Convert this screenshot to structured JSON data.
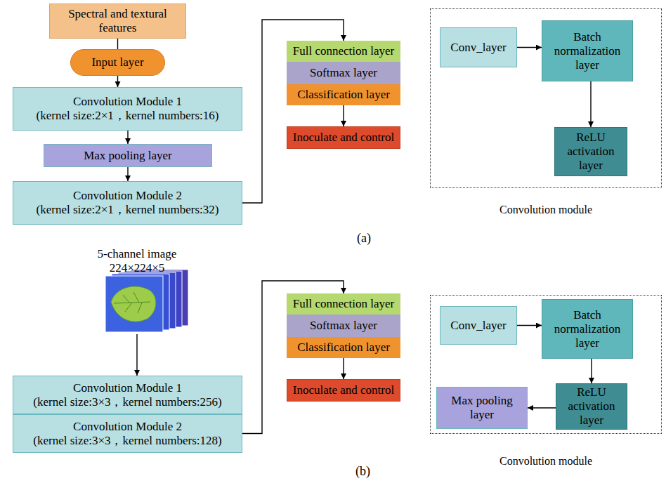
{
  "diagram": {
    "nodes": [
      {
        "text": [
          "Spectral and textural features"
        ]
      },
      {
        "text": [
          "Input layer"
        ]
      },
      {
        "text": [
          "Convolution Module 1",
          "(kernel size:2×1，kernel numbers:16)"
        ]
      },
      {
        "text": [
          "Max pooling layer"
        ]
      },
      {
        "text": [
          "Convolution Module 2",
          "(kernel size:2×1，kernel numbers:32)"
        ]
      },
      {
        "text": [
          "Full connection layer"
        ]
      },
      {
        "text": [
          "Softmax layer"
        ]
      },
      {
        "text": [
          "Classification layer"
        ]
      },
      {
        "text": [
          "Inoculate and control"
        ]
      },
      {
        "text": [
          "Convolution module"
        ]
      },
      {
        "text": [
          "Conv_layer"
        ],
        "in": 9
      },
      {
        "text": [
          "Batch normalization layer"
        ],
        "in": 9
      },
      {
        "text": [
          "ReLU activation layer"
        ],
        "in": 9
      },
      {
        "text": [
          "5-channel image",
          "224×224×5"
        ]
      },
      {
        "text": [
          "Convolution Module 1",
          "(kernel size:3×3，kernel numbers:256)"
        ]
      },
      {
        "text": [
          "Convolution Module 2",
          "(kernel size:3×3，kernel numbers:128)"
        ]
      },
      {
        "text": [
          "Full connection layer"
        ]
      },
      {
        "text": [
          "Softmax layer"
        ]
      },
      {
        "text": [
          "Classification layer"
        ]
      },
      {
        "text": [
          "Inoculate and control"
        ]
      },
      {
        "text": [
          "Convolution module"
        ]
      },
      {
        "text": [
          "Conv_layer"
        ],
        "in": 20
      },
      {
        "text": [
          "Batch normalization layer"
        ],
        "in": 20
      },
      {
        "text": [
          "ReLU activation layer"
        ],
        "in": 20
      },
      {
        "text": [
          "Max pooling layer"
        ],
        "in": 20
      }
    ],
    "edges": [
      {
        "from": 0,
        "to": 1,
        "arrow": "none"
      },
      {
        "from": 1,
        "to": 2,
        "arrow": "to"
      },
      {
        "from": 2,
        "to": 3,
        "arrow": "to"
      },
      {
        "from": 3,
        "to": 4,
        "arrow": "to"
      },
      {
        "from": 4,
        "to": 5,
        "arrow": "to"
      },
      {
        "from": 7,
        "to": 8,
        "arrow": "to"
      },
      {
        "from": 10,
        "to": 11,
        "arrow": "to"
      },
      {
        "from": 11,
        "to": 12,
        "arrow": "to"
      },
      {
        "from": 13,
        "to": 14,
        "arrow": "to"
      },
      {
        "from": 15,
        "to": 16,
        "arrow": "to"
      },
      {
        "from": 18,
        "to": 19,
        "arrow": "to"
      },
      {
        "from": 21,
        "to": 22,
        "arrow": "to"
      },
      {
        "from": 22,
        "to": 23,
        "arrow": "to"
      },
      {
        "from": 23,
        "to": 24,
        "arrow": "to"
      }
    ],
    "labels": [
      "(a)",
      "(b)"
    ]
  }
}
